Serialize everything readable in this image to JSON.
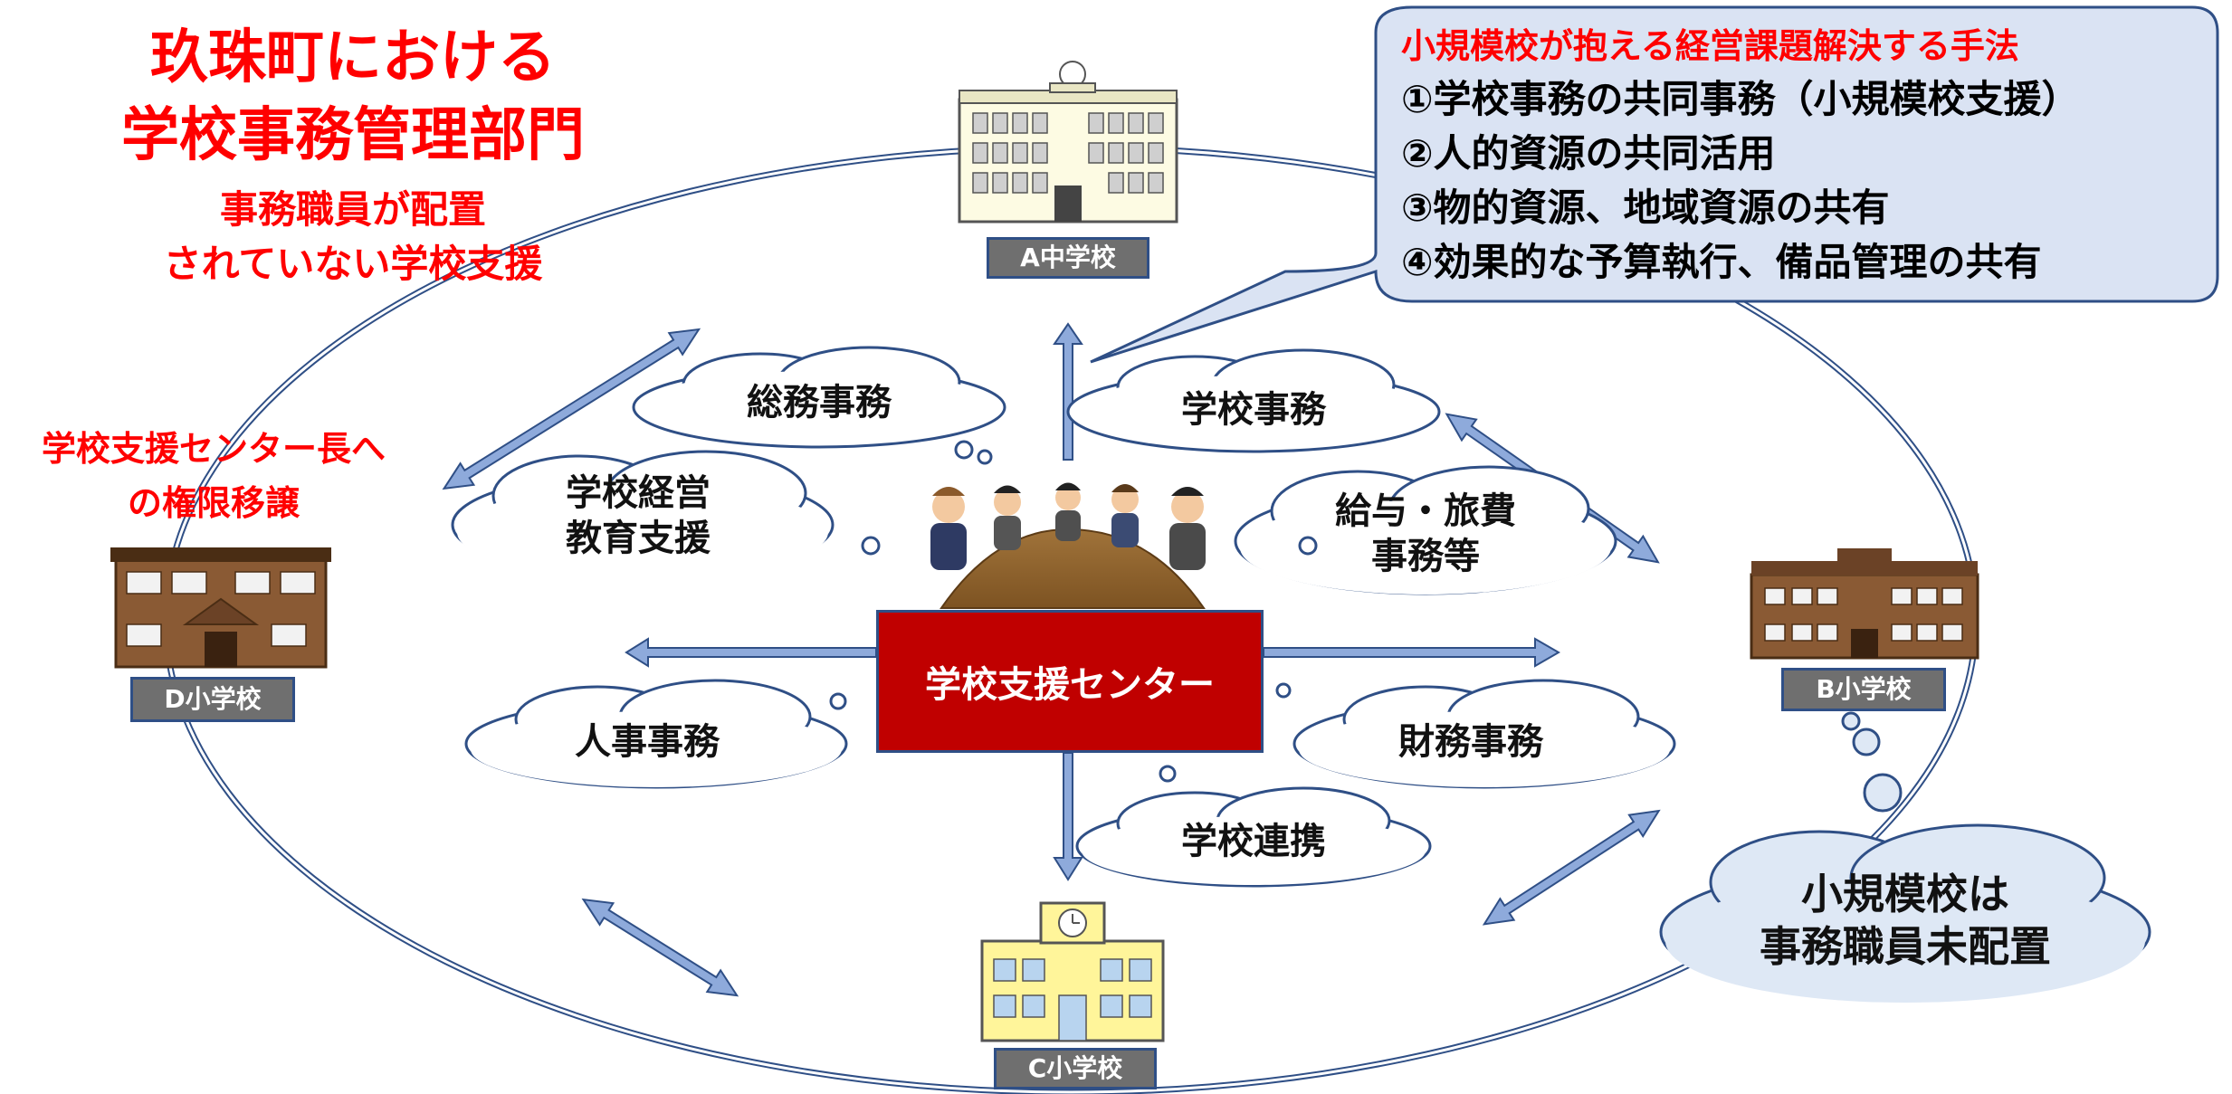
{
  "title": {
    "line1": "玖珠町における",
    "line2": "学校事務管理部門",
    "sub1": "事務職員が配置",
    "sub2": "されていない学校支援"
  },
  "left_note": {
    "line1": "学校支援センター長へ",
    "line2": "の権限移譲"
  },
  "center": {
    "label": "学校支援センター"
  },
  "schools": {
    "a": "A中学校",
    "b": "B小学校",
    "c": "C小学校",
    "d": "D小学校"
  },
  "clouds": {
    "general_affairs": "総務事務",
    "school_affairs": "学校事務",
    "management_1": "学校経営",
    "management_2": "教育支援",
    "salary_1": "給与・旅費",
    "salary_2": "事務等",
    "personnel": "人事事務",
    "finance": "財務事務",
    "cooperation": "学校連携",
    "small_school_1": "小規模校は",
    "small_school_2": "事務職員未配置"
  },
  "callout": {
    "heading": "小規模校が抱える経営課題解決する手法",
    "items": [
      "①学校事務の共同事務（小規模校支援）",
      "②人的資源の共同活用",
      "③物的資源、地域資源の共有",
      "④効果的な予算執行、備品管理の共有"
    ]
  },
  "colors": {
    "accent_red": "#ff0000",
    "center_red": "#c00000",
    "callout_fill": "#dae3f3",
    "cloud_fill": "#dee8f5",
    "ellipse_line": "#2f4f86",
    "arrow_fill": "#8eaadb"
  }
}
